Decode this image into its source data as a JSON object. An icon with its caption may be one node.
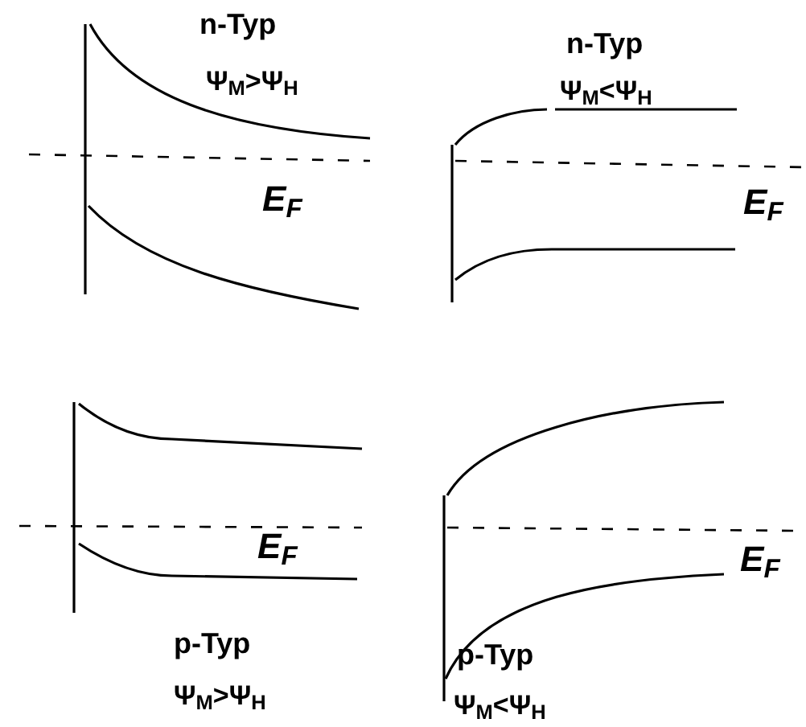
{
  "diagram": {
    "labels": [
      "n-Typ",
      "Ψ$_{M}$>Ψ$_{H}$",
      "n-Typ",
      "Ψ$_{M}$<Ψ$_{H}$",
      "E$_{F}$",
      "E$_{F}$",
      "E$_{F}$",
      "p-Typ",
      "Ψ$_{M}$>Ψ$_{H}$",
      "E$_{F}$",
      "p-Typ",
      "Ψ$_{M}$<Ψ$_{H}$"
    ]
  }
}
